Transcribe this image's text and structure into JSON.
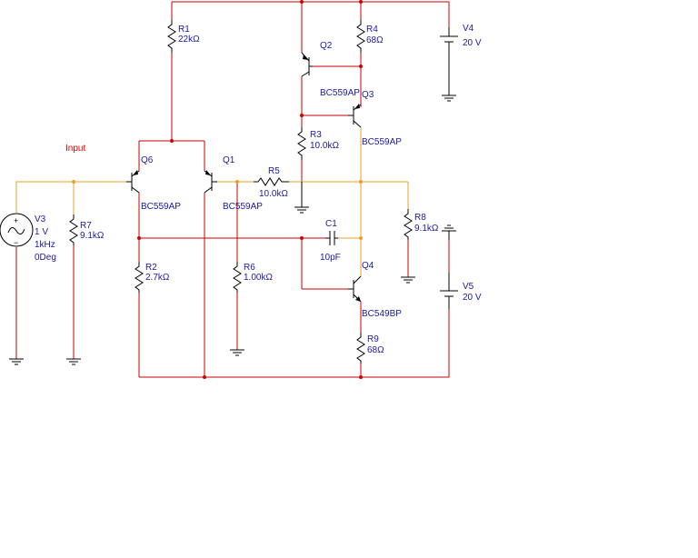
{
  "net_labels": {
    "input": "Input"
  },
  "components": {
    "R1": {
      "ref": "R1",
      "value": "22kΩ"
    },
    "R2": {
      "ref": "R2",
      "value": "2.7kΩ"
    },
    "R3": {
      "ref": "R3",
      "value": "10.0kΩ"
    },
    "R4": {
      "ref": "R4",
      "value": "68Ω"
    },
    "R5": {
      "ref": "R5",
      "value": "10.0kΩ"
    },
    "R6": {
      "ref": "R6",
      "value": "1.00kΩ"
    },
    "R7": {
      "ref": "R7",
      "value": "9.1kΩ"
    },
    "R8": {
      "ref": "R8",
      "value": "9.1kΩ"
    },
    "R9": {
      "ref": "R9",
      "value": "68Ω"
    },
    "C1": {
      "ref": "C1",
      "value": "10pF"
    },
    "Q1": {
      "ref": "Q1",
      "model": "BC559AP"
    },
    "Q2": {
      "ref": "Q2",
      "model": "BC559AP"
    },
    "Q3": {
      "ref": "Q3",
      "model": "BC559AP"
    },
    "Q4": {
      "ref": "Q4",
      "model": "BC549BP"
    },
    "Q6": {
      "ref": "Q6",
      "model": "BC559AP"
    },
    "V3": {
      "ref": "V3",
      "amplitude": "1 V",
      "frequency": "1kHz",
      "phase": "0Deg"
    },
    "V4": {
      "ref": "V4",
      "value": "20 V"
    },
    "V5": {
      "ref": "V5",
      "value": "20 V"
    }
  },
  "colors": {
    "wire_supply": "#c80000",
    "wire_signal": "#e8a028",
    "label": "#1a1aa6",
    "net_label": "#e00000"
  }
}
